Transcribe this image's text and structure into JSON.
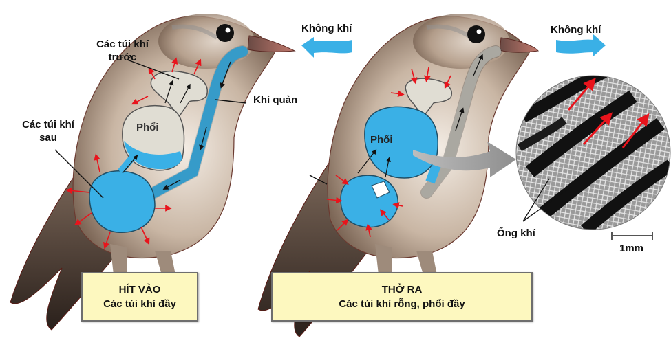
{
  "diagram": {
    "title": "Bird respiration: inhalation and exhalation",
    "colors": {
      "air_blue": "#3ab0e6",
      "lung_gray": "#e0ddd3",
      "arrow_red": "#e8141c",
      "caption_bg": "#fdf8bf",
      "feather_brown": "#8a7060",
      "scale_gray": "#555555"
    },
    "labels": {
      "anterior_air_sacs": "Các túi khí trước",
      "anterior_air_sacs_line1": "Các túi khí",
      "anterior_air_sacs_line2": "trước",
      "posterior_air_sacs_line1": "Các túi khí",
      "posterior_air_sacs_line2": "sau",
      "trachea": "Khí quản",
      "lung_left": "Phổi",
      "lung_right": "Phổi",
      "air_in": "Không khí",
      "air_out": "Không khí",
      "air_capillaries": "Ống khí",
      "scale_bar": "1mm"
    },
    "panels": [
      {
        "phase": "inhale",
        "caption_title": "HÍT VÀO",
        "caption_sub": "Các túi khí đầy",
        "air_direction": "in"
      },
      {
        "phase": "exhale",
        "caption_title": "THỞ RA",
        "caption_sub": "Các túi khí rỗng, phổi đầy",
        "air_direction": "out"
      }
    ],
    "icons": {
      "air_in_arrow": "arrow-left-icon",
      "air_out_arrow": "arrow-right-icon",
      "zoom_arrow": "curved-arrow-right-icon"
    }
  }
}
